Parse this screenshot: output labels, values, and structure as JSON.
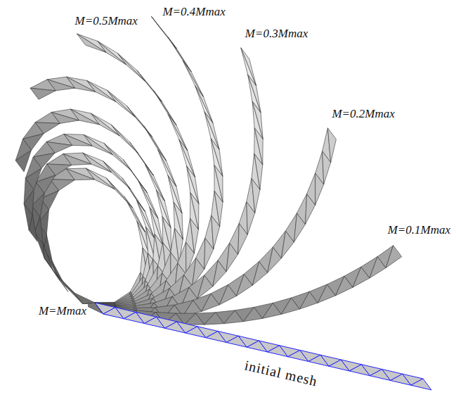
{
  "diagram": {
    "labels": [
      "M=0.5Mmax",
      "M=0.4Mmax",
      "M=0.3Mmax",
      "M=0.2Mmax",
      "M=0.1Mmax",
      "M=Mmax",
      "initial mesh"
    ]
  }
}
